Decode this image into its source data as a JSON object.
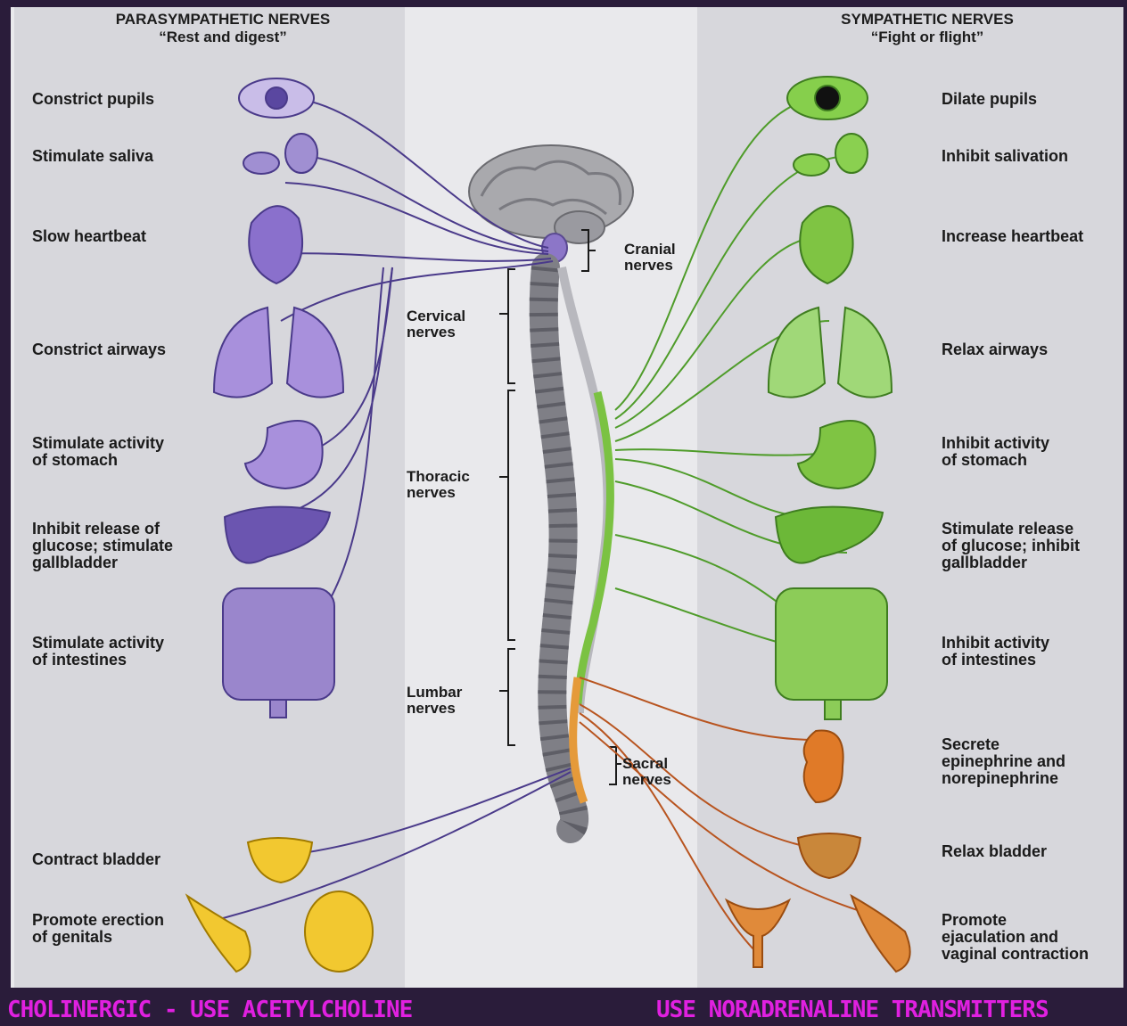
{
  "header": {
    "left_title": "PARASYMPATHETIC NERVES",
    "left_subtitle": "“Rest and digest”",
    "right_title": "SYMPATHETIC NERVES",
    "right_subtitle": "“Fight or flight”"
  },
  "parasympathetic": {
    "color": "#7b64b4",
    "labels": [
      "Constrict pupils",
      "Stimulate saliva",
      "Slow heartbeat",
      "Constrict airways",
      "Stimulate activity\nof stomach",
      "Inhibit release of\nglucose; stimulate\ngallbladder",
      "Stimulate activity\nof intestines",
      "Contract bladder",
      "Promote erection\nof genitals"
    ]
  },
  "sympathetic": {
    "color": "#6fbf3a",
    "adrenal_color": "#d97a2a",
    "labels": [
      "Dilate pupils",
      "Inhibit salivation",
      "Increase heartbeat",
      "Relax airways",
      "Inhibit activity\nof stomach",
      "Stimulate release\nof glucose; inhibit\ngallbladder",
      "Inhibit activity\nof intestines",
      "Secrete\nepinephrine and\nnorepinephrine",
      "Relax bladder",
      "Promote\nejaculation and\nvaginal contraction"
    ]
  },
  "spine": {
    "cranial": "Cranial\nnerves",
    "cervical": "Cervical\nnerves",
    "thoracic": "Thoracic\nnerves",
    "lumbar": "Lumbar\nnerves",
    "sacral": "Sacral\nnerves"
  },
  "footer": {
    "left": "CHOLINERGIC - USE ACETYLCHOLINE",
    "right": "USE NORADRENALINE TRANSMITTERS",
    "color": "#e020e0"
  }
}
